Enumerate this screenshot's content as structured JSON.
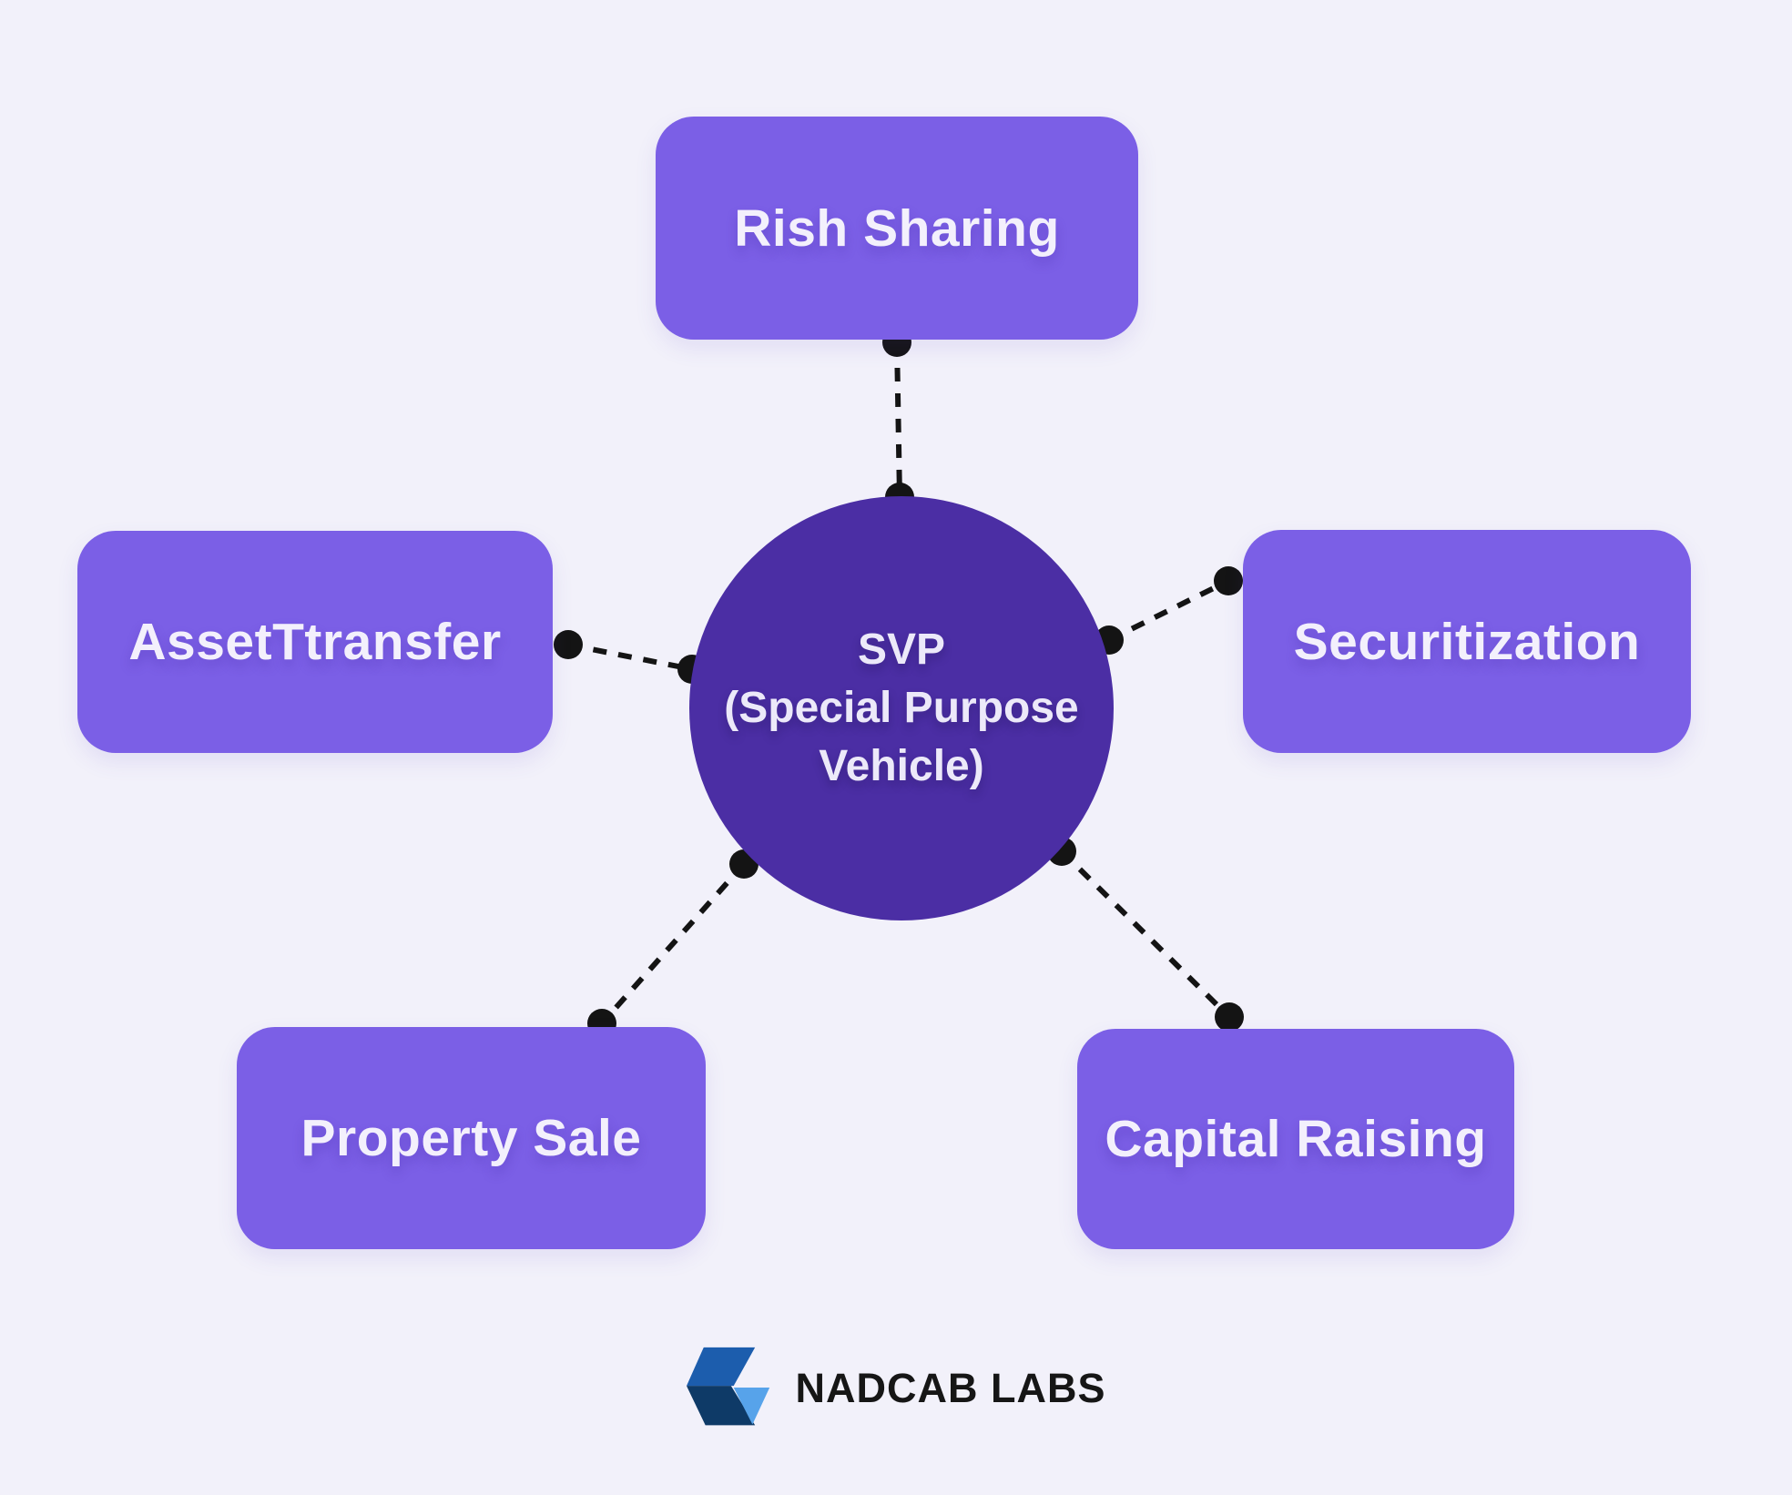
{
  "hub": {
    "lines": [
      "SVP",
      "(Special Purpose",
      "Vehicle)"
    ]
  },
  "nodes": [
    {
      "id": "rish-sharing",
      "label": "Rish Sharing"
    },
    {
      "id": "asset-transfer",
      "label": "AssetTtransfer"
    },
    {
      "id": "securitization",
      "label": "Securitization"
    },
    {
      "id": "property-sale",
      "label": "Property Sale"
    },
    {
      "id": "capital-raising",
      "label": "Capital Raising"
    }
  ],
  "brand": {
    "name": "NADCAB LABS",
    "logo_icon": "nadcab-cube-icon"
  },
  "colors": {
    "background": "#f2f1fa",
    "node_fill": "#7b5fe6",
    "hub_fill": "#4b2ea4",
    "node_text": "#f3f0fc",
    "hub_text": "#ece9f9",
    "connector": "#141414",
    "brand_text": "#161616",
    "logo_blue": "#1c5dad",
    "logo_navy": "#0e3a67",
    "logo_light_blue": "#57a3ea"
  }
}
